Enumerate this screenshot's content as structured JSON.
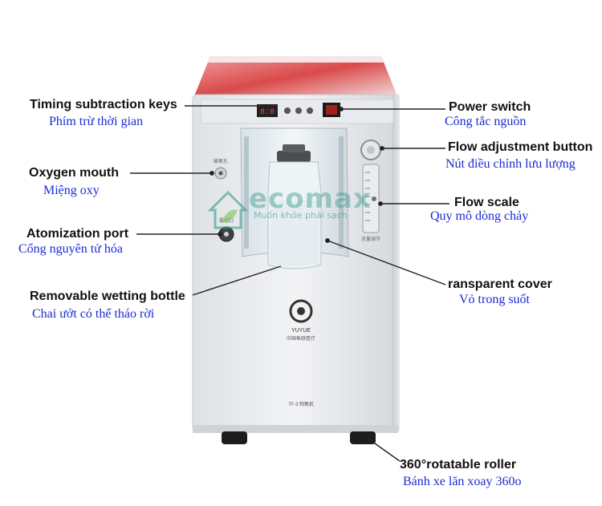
{
  "colors": {
    "label_en": "#111111",
    "label_vi": "#1a2bd6",
    "watermark": "#3b9a8f",
    "device_body": "#eceef0",
    "top_panel": "#d94a4a"
  },
  "watermark": {
    "brand": "ecomax",
    "tagline": "Muốn khỏe phải sạch",
    "icon": "house-leaf-icon"
  },
  "device": {
    "model_text": "7F-3 制氧机",
    "brand_text": "YUYUE",
    "brand_sub": "中国鱼跃医疗",
    "display_digits": "8:8",
    "left_port_label": "输氧孔",
    "left_port2_label": "雾化口",
    "scale_label": "流量调节"
  },
  "labels": {
    "timing": {
      "en": "Timing subtraction keys",
      "vi": "Phím trừ thời gian"
    },
    "oxygen": {
      "en": "Oxygen mouth",
      "vi": "Miệng oxy"
    },
    "atomization": {
      "en": "Atomization port",
      "vi": "Cổng nguyên tử hóa"
    },
    "bottle": {
      "en": "Removable wetting bottle",
      "vi": "Chai ướt có thể tháo rời"
    },
    "power": {
      "en": "Power switch",
      "vi": "Công tắc nguồn"
    },
    "flow_button": {
      "en": "Flow adjustment button",
      "vi": "Nút điều chỉnh lưu lượng"
    },
    "flow_scale": {
      "en": "Flow scale",
      "vi": "Quy mô dòng chảy"
    },
    "cover": {
      "en": "ransparent cover",
      "vi": "Vỏ trong suốt"
    },
    "roller": {
      "en": "360°rotatable roller",
      "vi": "Bánh xe lăn xoay 360o"
    }
  }
}
